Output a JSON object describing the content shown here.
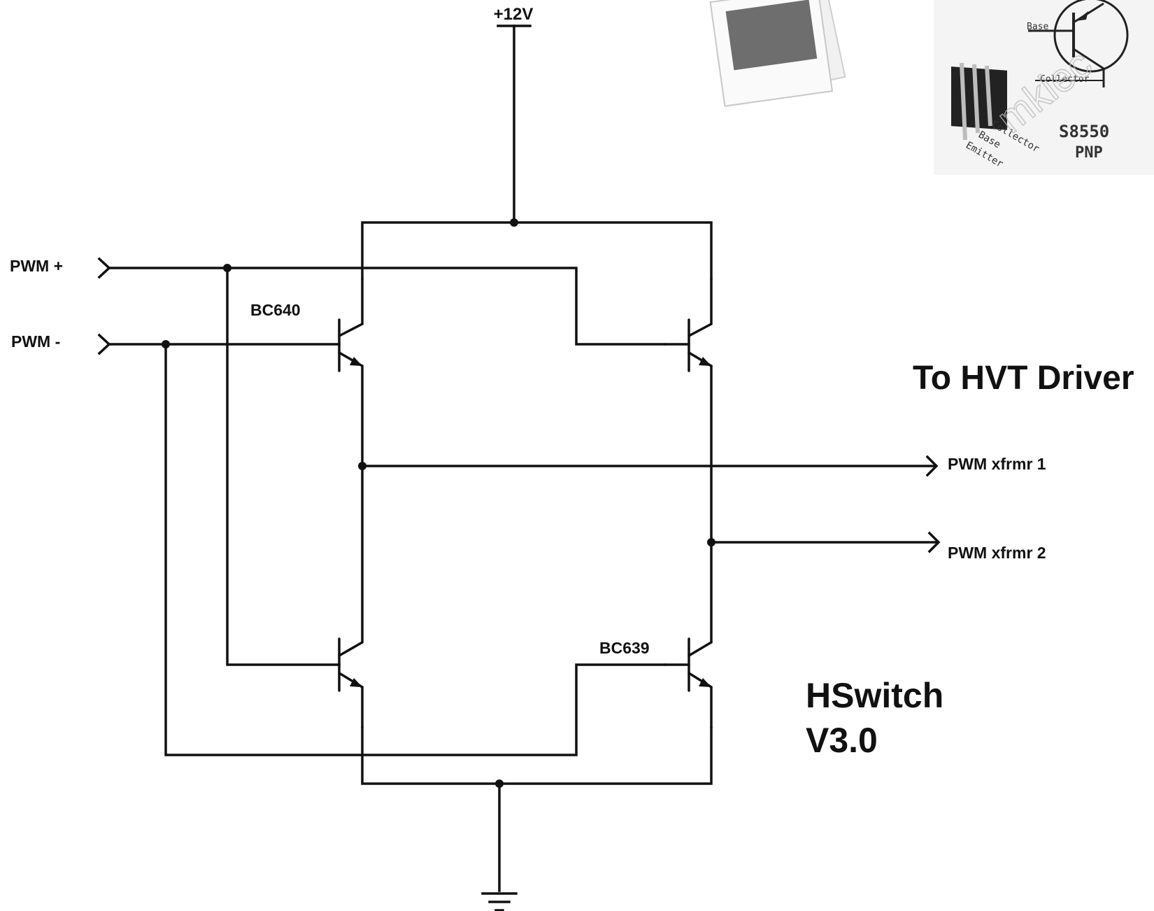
{
  "supply": {
    "label": "+12V"
  },
  "inputs": {
    "pwm_plus": "PWM +",
    "pwm_minus": "PWM -"
  },
  "transistors": {
    "top_left": "BC640",
    "bottom_right": "BC639"
  },
  "outputs": {
    "heading": "To HVT Driver",
    "out1": "PWM xfrmr 1",
    "out2": "PWM xfrmr 2"
  },
  "title": {
    "line1": "HSwitch",
    "line2": "V3.0"
  },
  "inset": {
    "pins": {
      "collector": "Collector",
      "base": "Base",
      "emitter": "Emitter"
    },
    "symbol": {
      "base": "Base",
      "collector": "Collector"
    },
    "part": "S8550",
    "type": "PNP",
    "watermark": "mklec"
  }
}
